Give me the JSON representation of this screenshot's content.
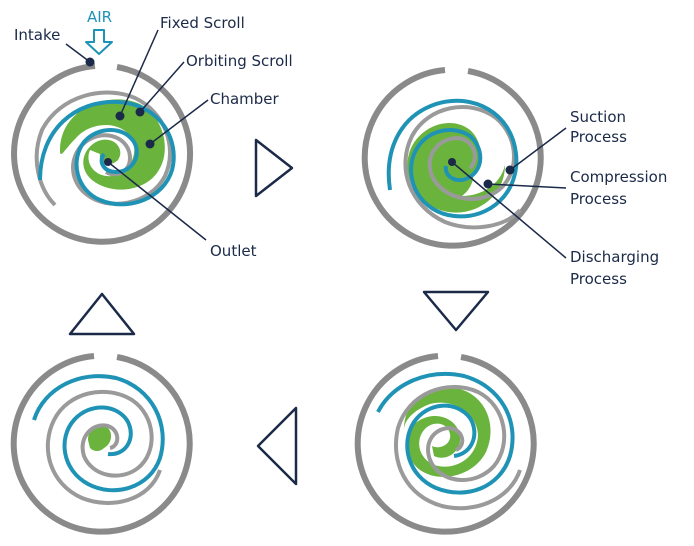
{
  "labels": {
    "air": "AIR",
    "intake": "Intake",
    "fixed_scroll": "Fixed Scroll",
    "orbiting_scroll": "Orbiting Scroll",
    "chamber": "Chamber",
    "outlet": "Outlet",
    "suction_1": "Suction",
    "suction_2": "Process",
    "compression_1": "Compression",
    "compression_2": "Process",
    "discharging_1": "Discharging",
    "discharging_2": "Process"
  },
  "colors": {
    "outer_ring": "#8a8a8a",
    "fixed_scroll": "#9a9a9a",
    "orbiting_scroll": "#1f93b5",
    "chamber": "#6ab43e",
    "leader": "#1b2a48",
    "arrow": "#1b2a48",
    "air": "#1f93b5"
  },
  "stages": [
    "stage-1",
    "stage-2",
    "stage-3",
    "stage-4"
  ],
  "flow_arrows": [
    "right-arrow",
    "down-arrow",
    "left-arrow",
    "up-arrow"
  ]
}
